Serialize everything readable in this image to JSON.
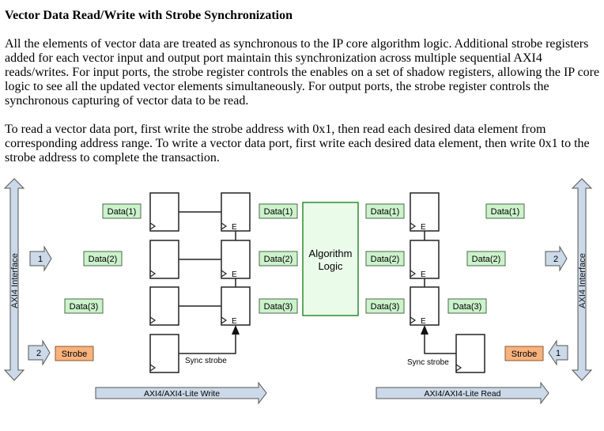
{
  "heading": "Vector Data Read/Write with Strobe Synchronization",
  "paragraphs": [
    "All the elements of vector data are treated as synchronous to the IP core algorithm logic. Additional strobe registers added for each vector input and output port maintain this synchronization across multiple sequential AXI4 reads/writes. For input ports, the strobe register controls the enables on a set of shadow registers, allowing the IP core logic to see all the updated vector elements simultaneously. For output ports, the strobe register controls the synchronous capturing of vector data to be read.",
    "To read a vector data port, first write the strobe address with 0x1, then read each desired data element from corresponding address range. To write a vector data port, first write each desired data element, then write 0x1 to the strobe address to complete the transaction."
  ],
  "diagram": {
    "left_interface_label": "AXI4 Interface",
    "right_interface_label": "AXI4 Interface",
    "algorithm_label_line1": "Algorithm",
    "algorithm_label_line2": "Logic",
    "enable_label": "E",
    "sync_strobe_label": "Sync strobe",
    "write_arrow_label": "AXI4/AXI4-Lite Write",
    "read_arrow_label": "AXI4/AXI4-Lite Read",
    "write_step1": "1",
    "write_step2": "2",
    "read_step1": "1",
    "read_step2": "2",
    "strobe_label": "Strobe",
    "data_labels": [
      "Data(1)",
      "Data(2)",
      "Data(3)"
    ],
    "colors": {
      "data_fill": "#ccf2cc",
      "data_stroke": "#4a6a4a",
      "strobe_fill": "#f7b27e",
      "strobe_stroke": "#8a5a30",
      "interface_fill": "#cbd9e8",
      "interface_stroke": "#555555",
      "algo_fill": "#eafbea",
      "algo_stroke": "#2e8b2e"
    }
  }
}
